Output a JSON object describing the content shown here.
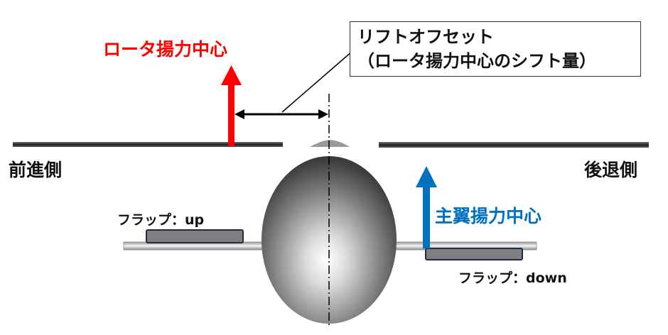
{
  "labels": {
    "rotor_lift_center": "ロータ揚力中心",
    "lift_offset_line1": "リフトオフセット",
    "lift_offset_line2": "（ロータ揚力中心のシフト量）",
    "advancing_side": "前進側",
    "retreating_side": "後退側",
    "wing_lift_center": "主翼揚力中心",
    "flap_up": "フラップ：up",
    "flap_down": "フラップ：down"
  },
  "colors": {
    "rotor_arrow": "#ff0000",
    "wing_arrow": "#0070c0",
    "text_main": "#111111",
    "flap_fill": "#7f7f7f"
  }
}
